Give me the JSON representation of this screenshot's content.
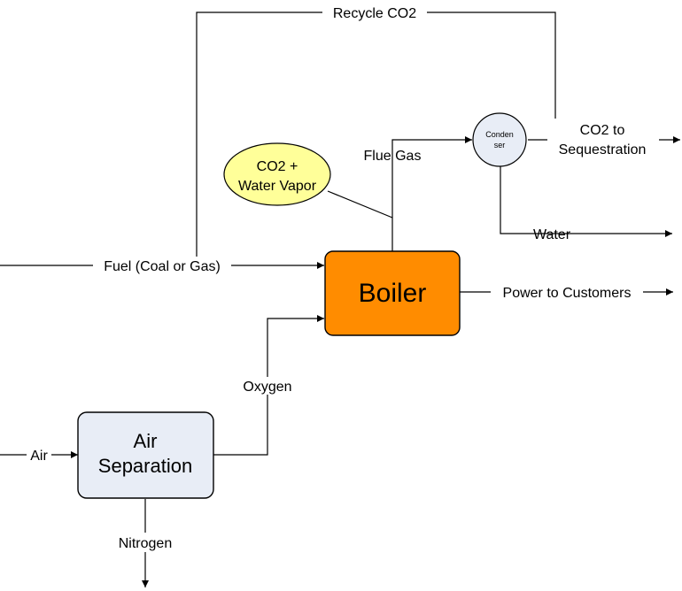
{
  "nodes": {
    "boiler": "Boiler",
    "air_separation_line1": "Air",
    "air_separation_line2": "Separation",
    "condenser_line1": "Conden",
    "condenser_line2": "ser",
    "callout_line1": "CO2 +",
    "callout_line2": "Water Vapor"
  },
  "flows": {
    "recycle": "Recycle CO2",
    "fuel": "Fuel (Coal or Gas)",
    "air": "Air",
    "oxygen": "Oxygen",
    "nitrogen": "Nitrogen",
    "flue_gas": "Flue Gas",
    "water": "Water",
    "co2_seq_line1": "CO2 to",
    "co2_seq_line2": "Sequestration",
    "power": "Power to Customers"
  },
  "colors": {
    "boiler_fill": "#FF8C00",
    "air_sep_fill": "#E8EDF6",
    "condenser_fill": "#E8EDF6",
    "callout_fill": "#FFFF99"
  }
}
